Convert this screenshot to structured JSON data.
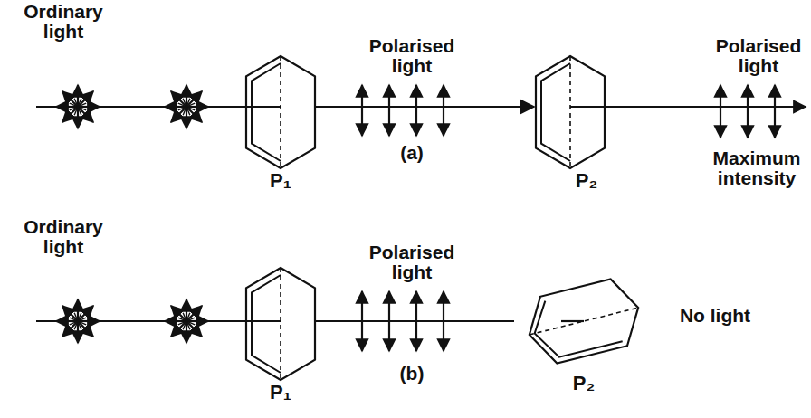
{
  "diagram": {
    "nodes": [
      {
        "text": [
          "P₁"
        ]
      },
      {
        "text": [
          "P₂"
        ]
      },
      {
        "text": [
          "P₁"
        ]
      },
      {
        "text": [
          "P₂"
        ]
      }
    ],
    "edges": [
      {
        "from": 0,
        "to": 1,
        "arrow": "to"
      },
      {
        "from": 2,
        "to": 3,
        "arrow": "none"
      }
    ],
    "labels": [
      "Ordinary light",
      "Polarised light",
      "(a)",
      "Polarised light",
      "Maximum intensity",
      "Ordinary light",
      "Polarised light",
      "(b)",
      "No light"
    ]
  }
}
